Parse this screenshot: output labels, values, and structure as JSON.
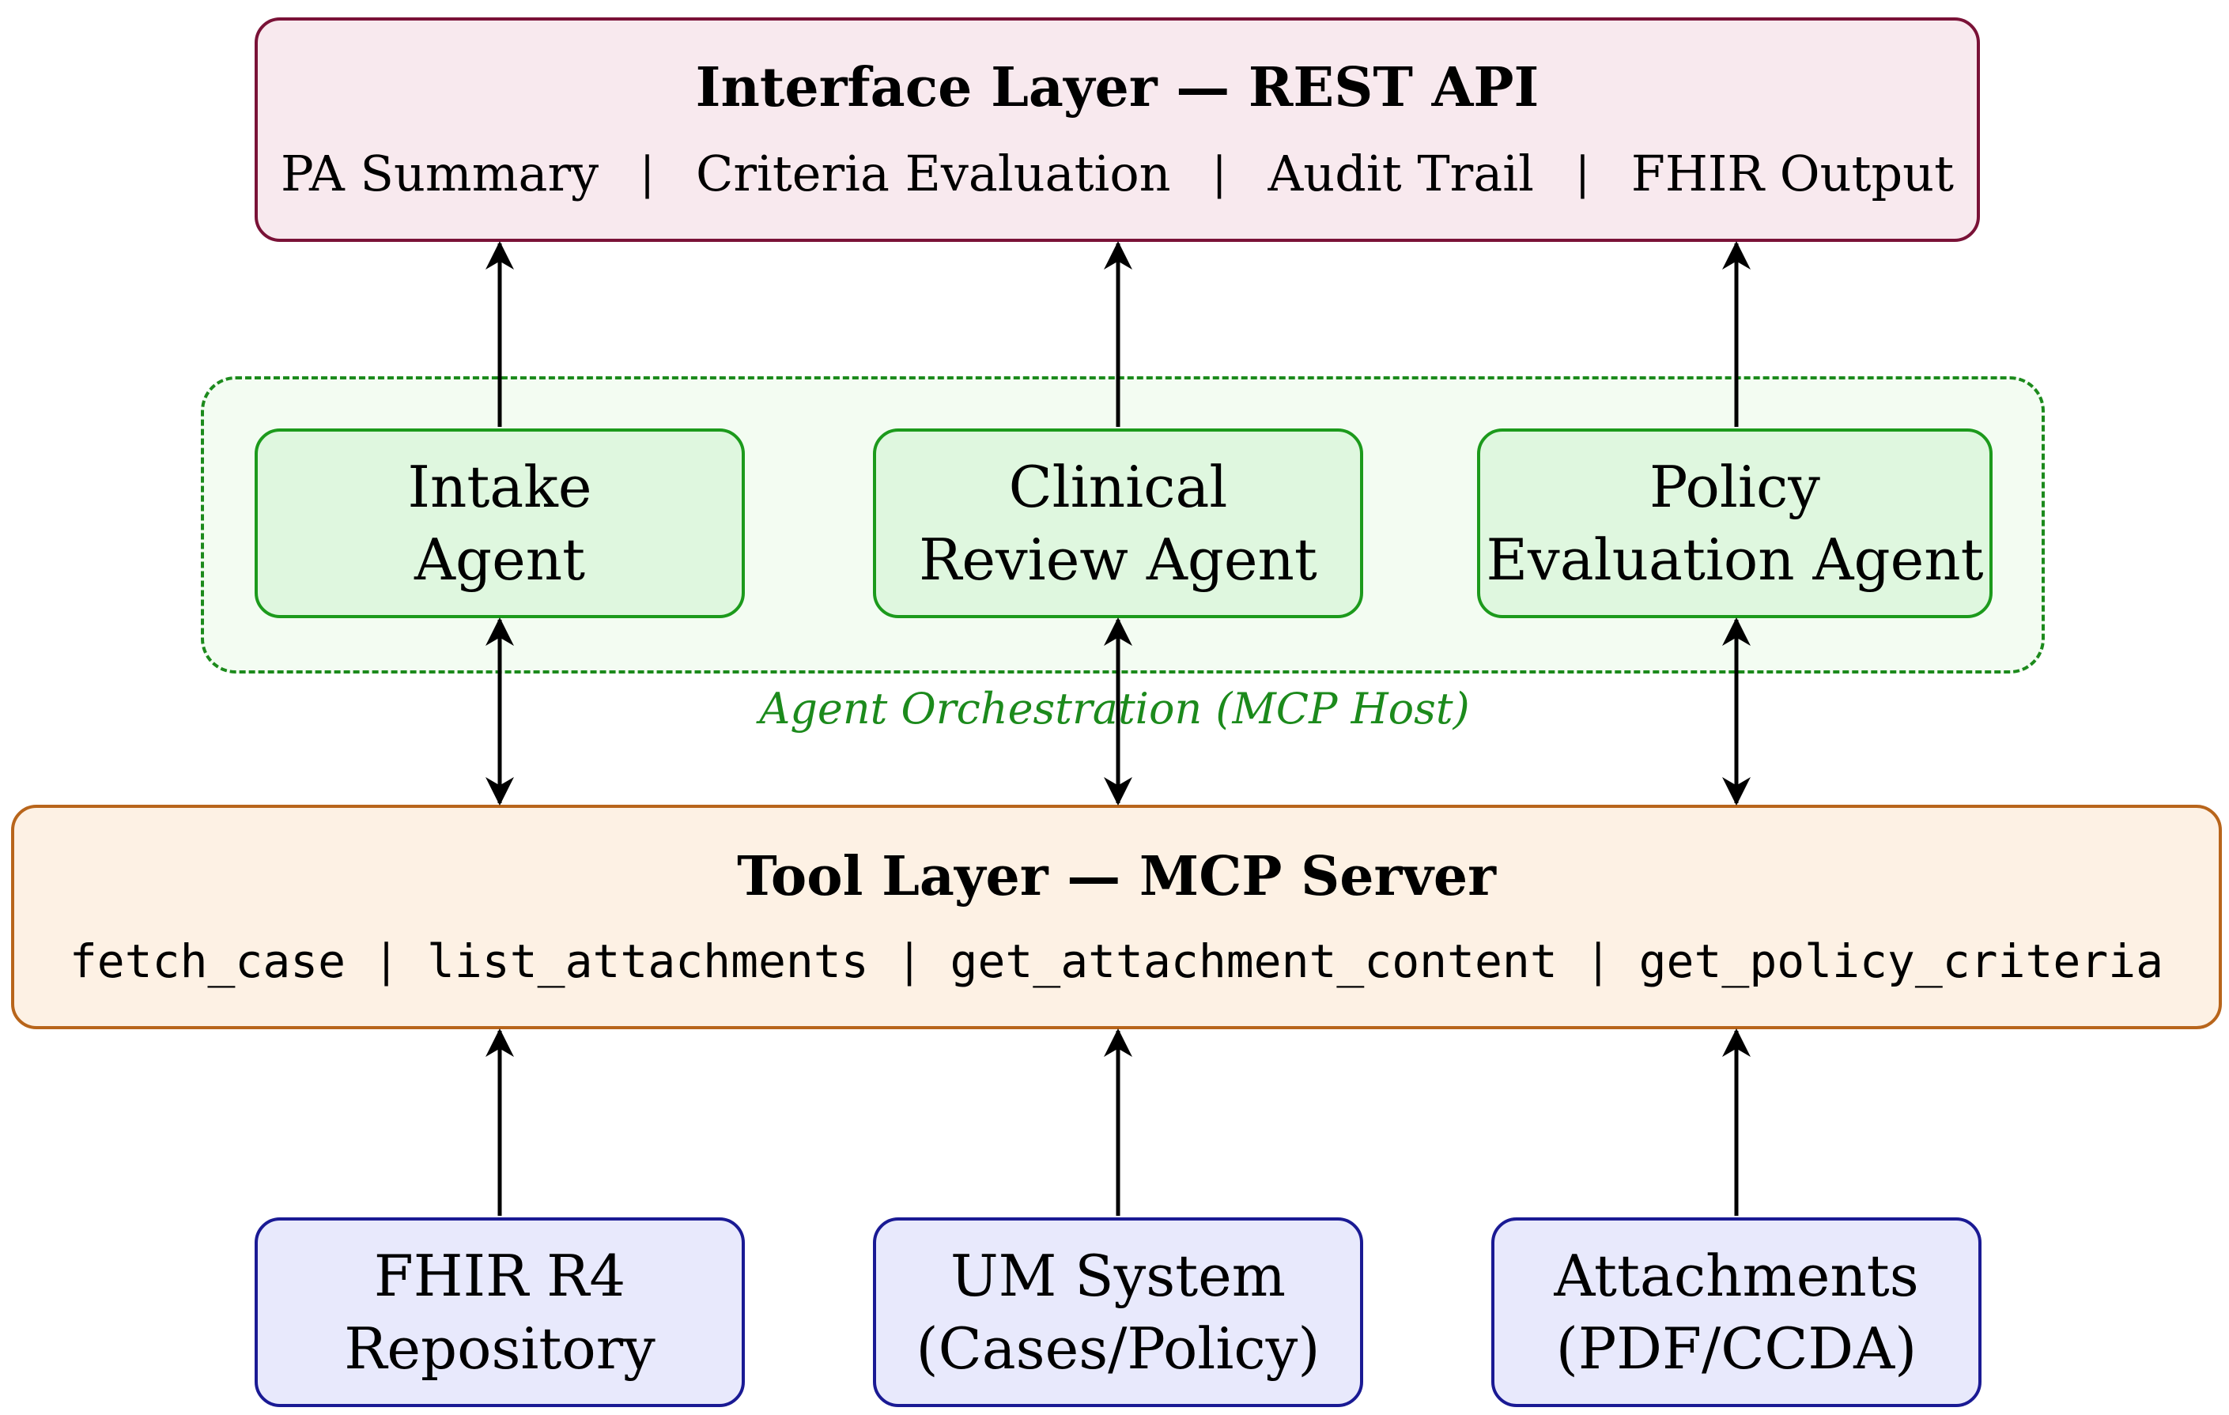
{
  "interface_layer": {
    "title": "Interface Layer — REST API",
    "items": [
      "PA Summary",
      "Criteria Evaluation",
      "Audit Trail",
      "FHIR Output"
    ],
    "separator": "|"
  },
  "orchestration": {
    "label": "Agent Orchestration (MCP Host)",
    "agents": [
      {
        "line1": "Intake",
        "line2": "Agent"
      },
      {
        "line1": "Clinical",
        "line2": "Review Agent"
      },
      {
        "line1": "Policy",
        "line2": "Evaluation Agent"
      }
    ]
  },
  "tool_layer": {
    "title": "Tool Layer — MCP Server",
    "items": [
      "fetch_case",
      "list_attachments",
      "get_attachment_content",
      "get_policy_criteria"
    ],
    "separator": "|"
  },
  "sources": [
    {
      "line1": "FHIR R4",
      "line2": "Repository"
    },
    {
      "line1": "UM System",
      "line2": "(Cases/Policy)"
    },
    {
      "line1": "Attachments",
      "line2": "(PDF/CCDA)"
    }
  ],
  "colors": {
    "interface_fill": "#f8e9ee",
    "interface_border": "#7a1237",
    "orchestration_fill": "#f3fcf2",
    "orchestration_border": "#1c8a1c",
    "agent_fill": "#dff7df",
    "tool_fill": "#fdf1e4",
    "tool_border": "#b8651b",
    "source_fill": "#e8e9fc",
    "source_border": "#1a1a94"
  }
}
